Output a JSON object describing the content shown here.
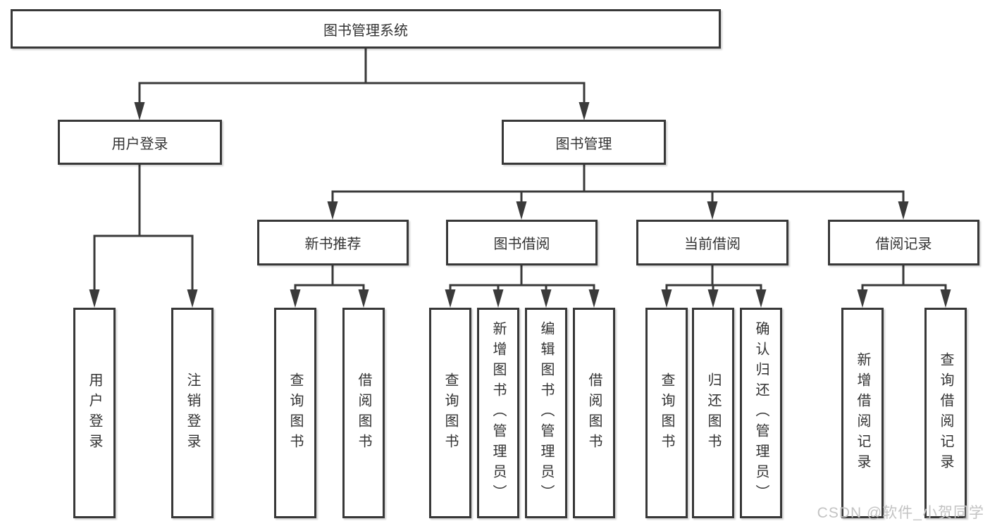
{
  "tree": {
    "root": {
      "label": "图书管理系统"
    },
    "branches": [
      {
        "label": "用户登录",
        "children": [
          {
            "label": "用户登录"
          },
          {
            "label": "注销登录"
          }
        ]
      },
      {
        "label": "图书管理",
        "groups": [
          {
            "label": "新书推荐",
            "children": [
              {
                "label": "查询图书"
              },
              {
                "label": "借阅图书"
              }
            ]
          },
          {
            "label": "图书借阅",
            "children": [
              {
                "label": "查询图书"
              },
              {
                "label": "新增图书（管理员）"
              },
              {
                "label": "编辑图书（管理员）"
              },
              {
                "label": "借阅图书"
              }
            ]
          },
          {
            "label": "当前借阅",
            "children": [
              {
                "label": "查询图书"
              },
              {
                "label": "归还图书"
              },
              {
                "label": "确认归还（管理员）"
              }
            ]
          },
          {
            "label": "借阅记录",
            "children": [
              {
                "label": "新增借阅记录"
              },
              {
                "label": "查询借阅记录"
              }
            ]
          }
        ]
      }
    ]
  },
  "watermark": {
    "text": "CSDN @软件_小贺同学"
  },
  "colors": {
    "line": "#3a3a3a",
    "box_border": "#383838",
    "box_fill": "#ffffff",
    "text": "#333333",
    "watermark": "#c3c3c3",
    "background": "#ffffff"
  }
}
